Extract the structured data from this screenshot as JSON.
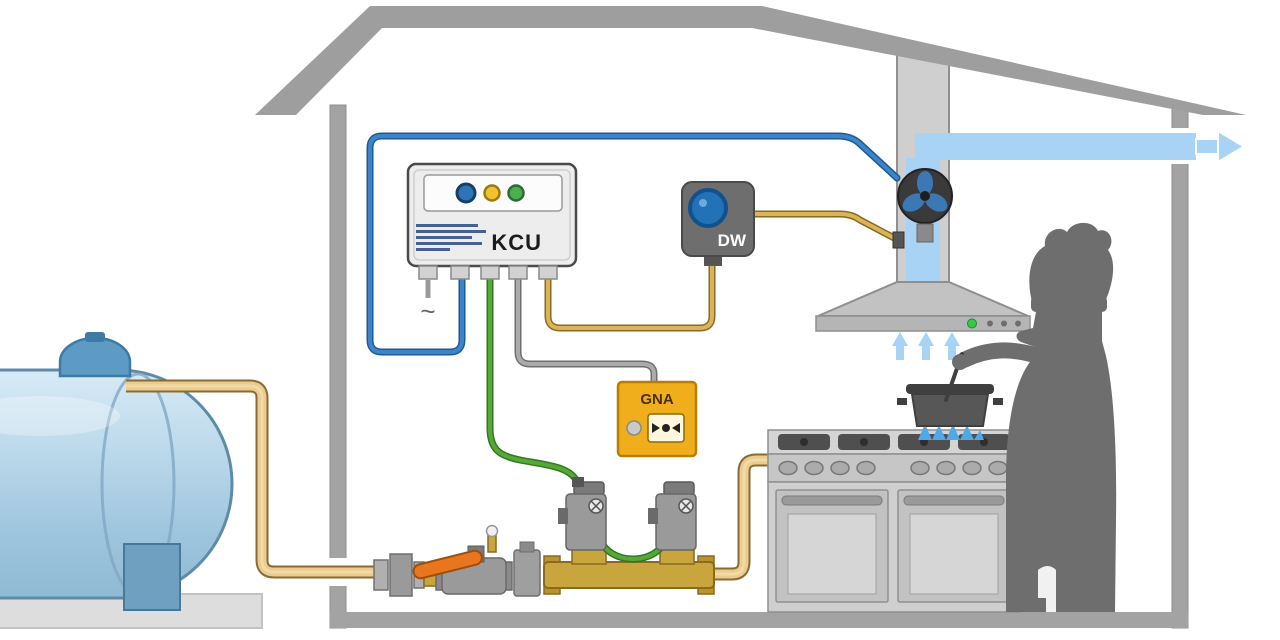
{
  "diagram": {
    "labels": {
      "control_unit": "KCU",
      "pressure_switch": "DW",
      "gas_alarm": "GNA",
      "mains_symbol": "~"
    },
    "indicators": {
      "kcu_leds": [
        "blue",
        "yellow",
        "green"
      ],
      "hood_led": "green"
    },
    "colors": {
      "roof_wall": "#9E9E9E",
      "floor": "#A3A3A3",
      "tank_blue": "#AFCFE3",
      "tank_dome": "#5D9BC4",
      "pipe_beige": "#EACB90",
      "pipe_outline": "#8A6A33",
      "cable_blue": "#3D85C8",
      "cable_green": "#58A838",
      "cable_yellow": "#D9B45B",
      "cable_gray": "#ABABAB",
      "airflow_blue": "#A9D3F5",
      "valve_brass": "#C9A53E",
      "handle_orange": "#E8761E",
      "led_blue": "#2E75B6",
      "led_yellow": "#F2C12E",
      "led_green": "#4CAF50",
      "hood_led_green": "#35C94A",
      "silhouette_gray": "#6E6E6E"
    },
    "components": [
      "gas-tank",
      "gas-piping",
      "ball-valve",
      "solenoid-valves",
      "manifold",
      "kcu-control-unit",
      "dw-pressure-switch",
      "gna-call-point",
      "extractor-fan",
      "exhaust-duct",
      "kitchen-hood",
      "stove",
      "chef",
      "cooking-pot"
    ]
  }
}
